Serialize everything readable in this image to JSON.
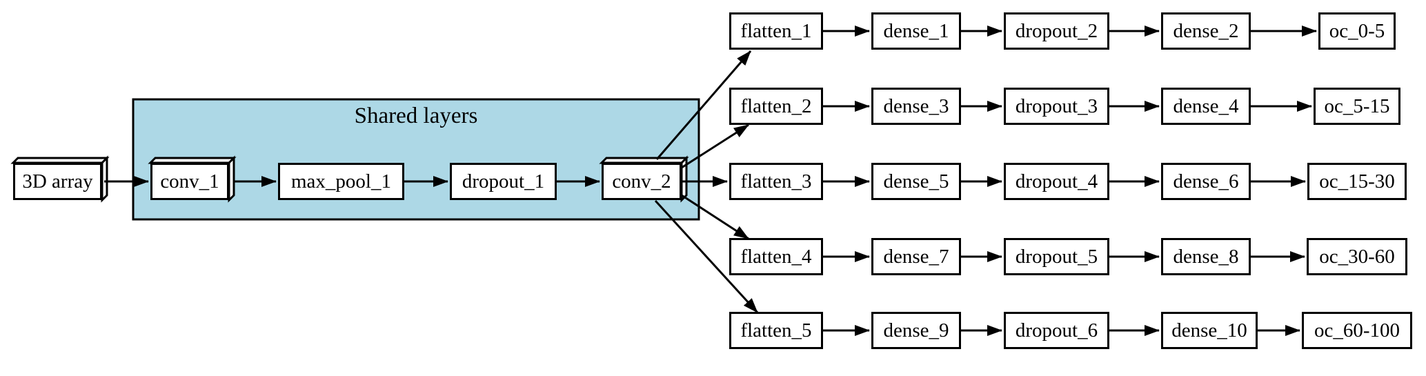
{
  "diagram": {
    "type": "neural-network-architecture-flowchart",
    "input_node": "3D array",
    "shared_block": {
      "label": "Shared layers",
      "fill_color": "#ADD8E6",
      "nodes": [
        "conv_1",
        "max_pool_1",
        "dropout_1",
        "conv_2"
      ]
    },
    "branches": [
      {
        "nodes": [
          "flatten_1",
          "dense_1",
          "dropout_2",
          "dense_2",
          "oc_0-5"
        ]
      },
      {
        "nodes": [
          "flatten_2",
          "dense_3",
          "dropout_3",
          "dense_4",
          "oc_5-15"
        ]
      },
      {
        "nodes": [
          "flatten_3",
          "dense_5",
          "dropout_4",
          "dense_6",
          "oc_15-30"
        ]
      },
      {
        "nodes": [
          "flatten_4",
          "dense_7",
          "dropout_5",
          "dense_8",
          "oc_30-60"
        ]
      },
      {
        "nodes": [
          "flatten_5",
          "dense_9",
          "dropout_6",
          "dense_10",
          "oc_60-100"
        ]
      }
    ],
    "edges": {
      "main_chain": [
        "3D array→conv_1",
        "conv_1→max_pool_1",
        "max_pool_1→dropout_1",
        "dropout_1→conv_2"
      ],
      "fanout": [
        "conv_2→flatten_1",
        "conv_2→flatten_2",
        "conv_2→flatten_3",
        "conv_2→flatten_4",
        "conv_2→flatten_5"
      ],
      "branch_pattern": "flatten→dense→dropout→dense→oc"
    },
    "colors": {
      "shared_fill": "#ADD8E6",
      "node_fill": "#FFFFFF",
      "line": "#000000",
      "background": "#FFFFFF"
    },
    "node_shapes": {
      "box3d_nodes": [
        "3D array",
        "conv_1",
        "conv_2"
      ],
      "rect_nodes": "all others"
    }
  }
}
